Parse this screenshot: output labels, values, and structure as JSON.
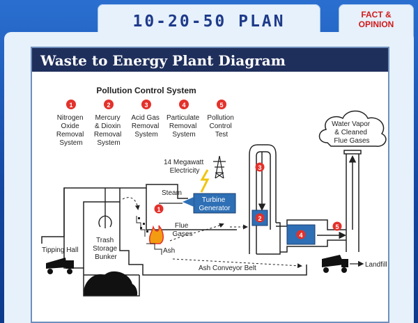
{
  "header": {
    "title": "10-20-50 PLAN",
    "badge_line1": "FACT &",
    "badge_line2": "OPINION"
  },
  "diagram": {
    "title": "Waste to Energy Plant Diagram",
    "pcs_heading": "Pollution Control System",
    "pcs_items": [
      {
        "num": "1",
        "lines": [
          "Nitrogen",
          "Oxide",
          "Removal",
          "System"
        ]
      },
      {
        "num": "2",
        "lines": [
          "Mercury",
          "& Dioxin",
          "Removal",
          "System"
        ]
      },
      {
        "num": "3",
        "lines": [
          "Acid Gas",
          "Removal",
          "System"
        ]
      },
      {
        "num": "4",
        "lines": [
          "Particulate",
          "Removal",
          "System"
        ]
      },
      {
        "num": "5",
        "lines": [
          "Pollution",
          "Control",
          "Test"
        ]
      }
    ],
    "water_vapor": [
      "Water Vapor",
      "& Cleaned",
      "Flue Gases"
    ],
    "electricity": [
      "14 Megawatt",
      "Electricity"
    ],
    "steam": "Steam",
    "turbine": [
      "Turbine",
      "Generator"
    ],
    "flue_gases": [
      "Flue",
      "Gases"
    ],
    "ash": "Ash",
    "ash_belt": "Ash Conveyor Belt",
    "landfill": "Landfill",
    "tipping_hall": "Tipping Hall",
    "bunker": [
      "Trash",
      "Storage",
      "Bunker"
    ],
    "markers": {
      "m1": "1",
      "m2": "2",
      "m3": "3",
      "m4": "4",
      "m5": "5"
    },
    "colors": {
      "red": "#e3312b",
      "blue": "#2e6fb5",
      "dark": "#222222"
    }
  }
}
